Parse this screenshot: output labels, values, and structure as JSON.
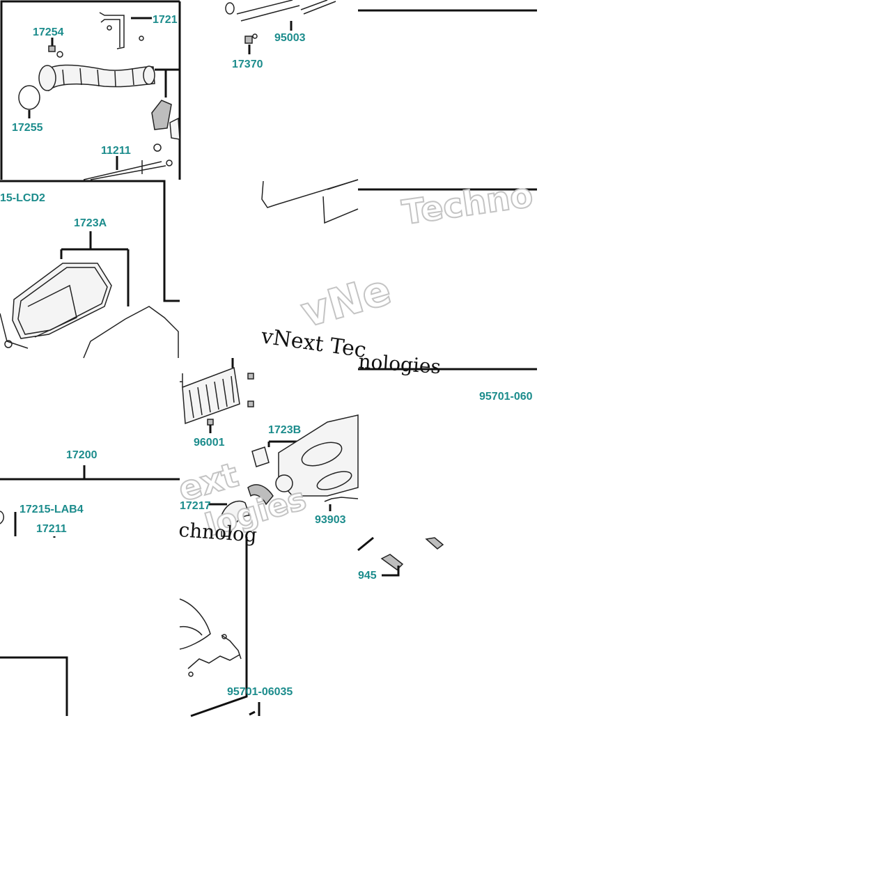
{
  "diagram": {
    "labels": {
      "p17254": "17254",
      "p1721": "1721",
      "p17255": "17255",
      "p11211": "11211",
      "p95003": "95003",
      "p17370": "17370",
      "lcd2": "15-LCD2",
      "p1723A": "1723A",
      "p96001": "96001",
      "p1723B": "1723B",
      "p17200": "17200",
      "p17215lab4": "17215-LAB4",
      "p17211": "17211",
      "p17217": "17217",
      "p93903": "93903",
      "p95701a": "95701-060",
      "p945": "945",
      "p95701b": "95701-06035"
    },
    "watermarks": {
      "techno_top": "Techno",
      "vnext_serif": "vNext Tec",
      "vne_outline": "vNe",
      "nologies_serif": "nologies",
      "ext_outline": "ext",
      "logies_outline": "logies",
      "chnolog_serif": "chnolog"
    },
    "colors": {
      "label": "#1c8c8c",
      "line": "#111111",
      "watermark_outline": "#c4c4c4"
    }
  }
}
